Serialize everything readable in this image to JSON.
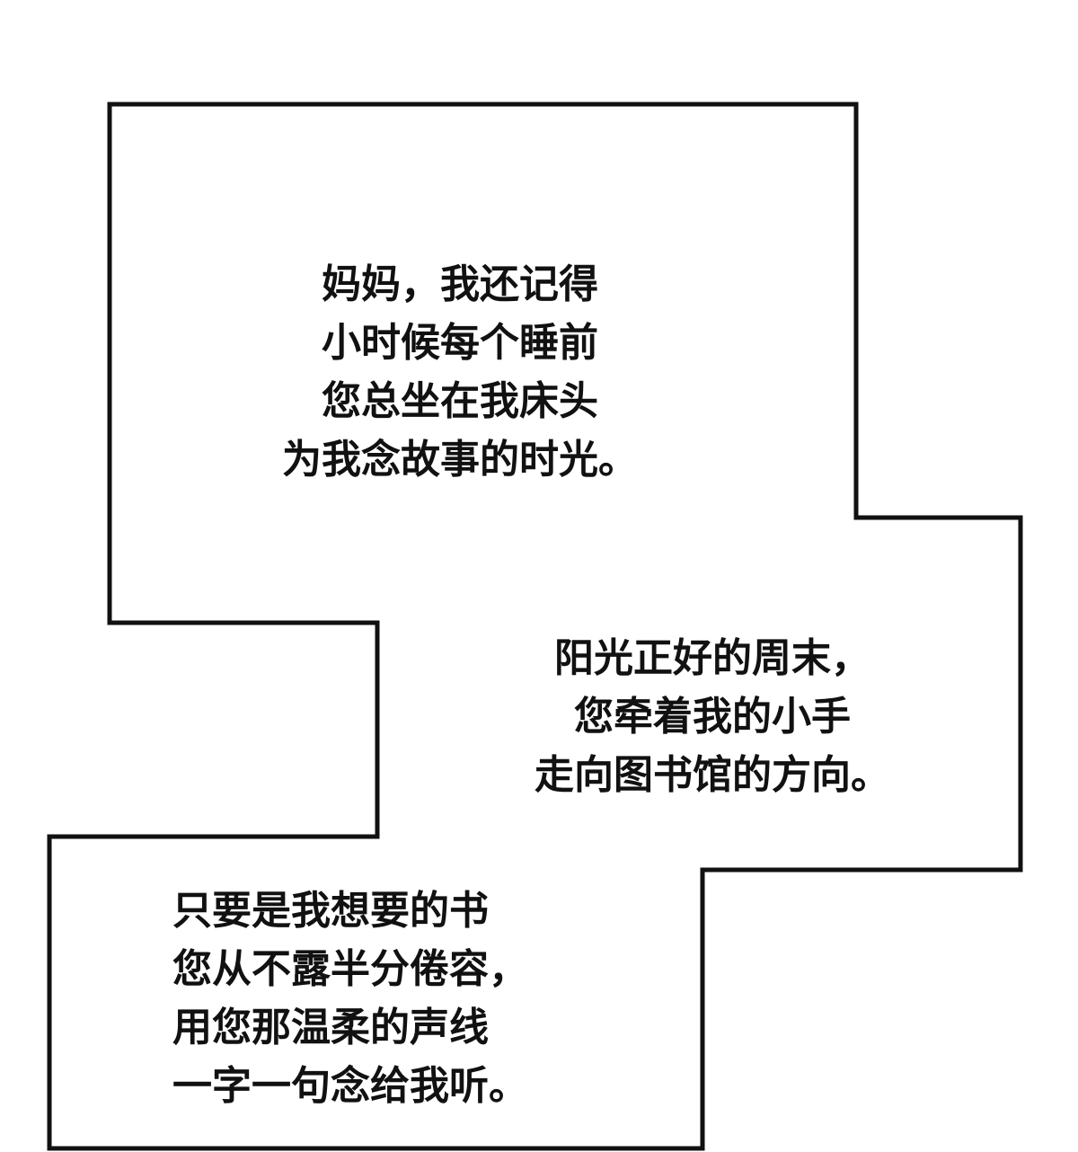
{
  "panel": {
    "background_color": "#ffffff",
    "border_color": "#111111"
  },
  "captions": [
    {
      "lines": [
        "妈妈，我还记得",
        "小时候每个睡前",
        "您总坐在我床头",
        "为我念故事的时光。"
      ]
    },
    {
      "lines": [
        "阳光正好的周末，",
        "您牵着我的小手",
        "走向图书馆的方向。"
      ]
    },
    {
      "lines": [
        "只要是我想要的书",
        "您从不露半分倦容，",
        "用您那温柔的声线",
        "一字一句念给我听。"
      ]
    }
  ]
}
